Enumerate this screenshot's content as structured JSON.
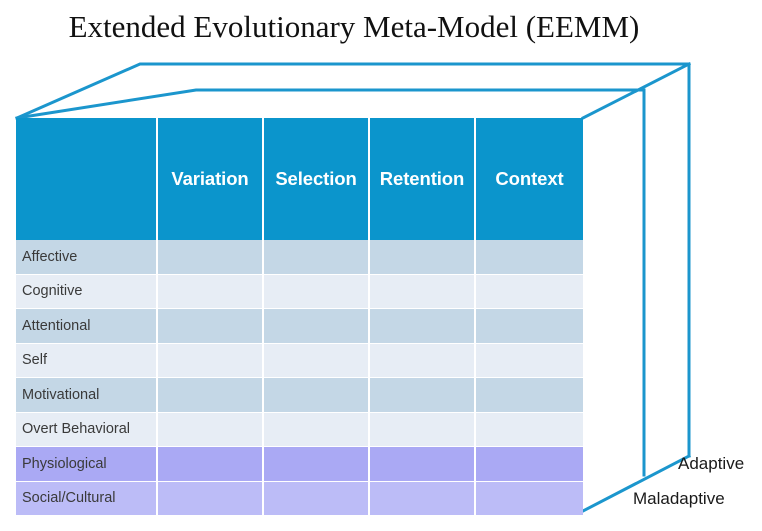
{
  "title": "Extended Evolutionary Meta-Model (EEMM)",
  "colors": {
    "header_blue": "#0b95cc",
    "wireframe_blue": "#1b96cd",
    "row_blue_dark": "#c4d7e6",
    "row_blue_light": "#e7edf5",
    "row_purple_dark": "#aaa9f4",
    "row_purple_light": "#bcbcf7",
    "title_text": "#111111",
    "row_label_text": "#3a3a3a",
    "header_text": "#ffffff"
  },
  "matrix": {
    "corner_label": "",
    "columns": [
      "Variation",
      "Selection",
      "Retention",
      "Context"
    ],
    "rows": [
      {
        "label": "Affective",
        "tint": "blue-dark"
      },
      {
        "label": "Cognitive",
        "tint": "blue-light"
      },
      {
        "label": "Attentional",
        "tint": "blue-dark"
      },
      {
        "label": "Self",
        "tint": "blue-light"
      },
      {
        "label": "Motivational",
        "tint": "blue-dark"
      },
      {
        "label": "Overt Behavioral",
        "tint": "blue-light"
      },
      {
        "label": "Physiological",
        "tint": "purple-dark"
      },
      {
        "label": "Social/Cultural",
        "tint": "purple-light"
      }
    ]
  },
  "depth_axis": {
    "front_label": "Maladaptive",
    "back_label": "Adaptive"
  }
}
